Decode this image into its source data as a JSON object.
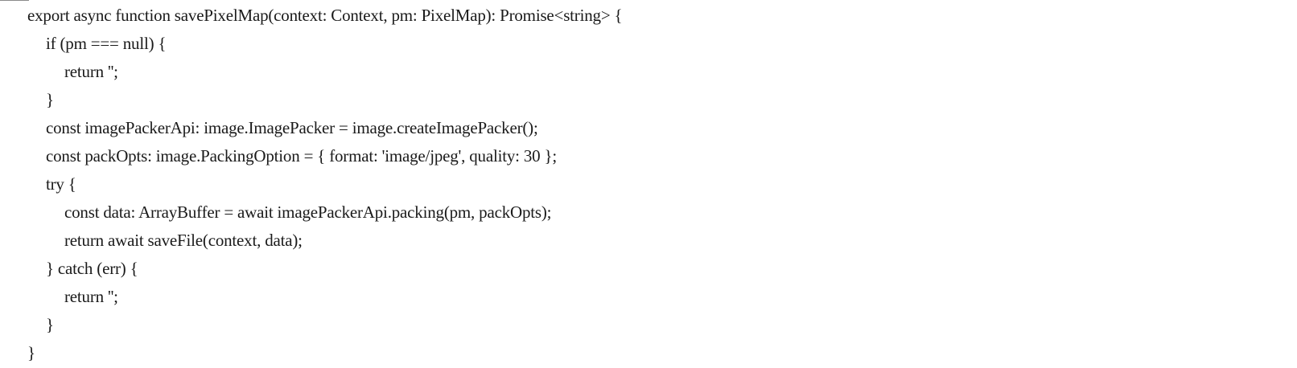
{
  "code_block": {
    "language": "typescript",
    "lines": [
      {
        "indent": 0,
        "text": "export async function savePixelMap(context: Context, pm: PixelMap): Promise<string> {"
      },
      {
        "indent": 1,
        "text": "if (pm === null) {"
      },
      {
        "indent": 2,
        "text": "return '';"
      },
      {
        "indent": 1,
        "text": "}"
      },
      {
        "indent": 1,
        "text": "const imagePackerApi: image.ImagePacker = image.createImagePacker();"
      },
      {
        "indent": 1,
        "text": "const packOpts: image.PackingOption = { format: 'image/jpeg', quality: 30 };"
      },
      {
        "indent": 1,
        "text": "try {"
      },
      {
        "indent": 2,
        "text": "const data: ArrayBuffer = await imagePackerApi.packing(pm, packOpts);"
      },
      {
        "indent": 2,
        "text": "return await saveFile(context, data);"
      },
      {
        "indent": 1,
        "text": "} catch (err) {"
      },
      {
        "indent": 2,
        "text": "return '';"
      },
      {
        "indent": 1,
        "text": "}"
      },
      {
        "indent": 0,
        "text": "}"
      }
    ]
  }
}
